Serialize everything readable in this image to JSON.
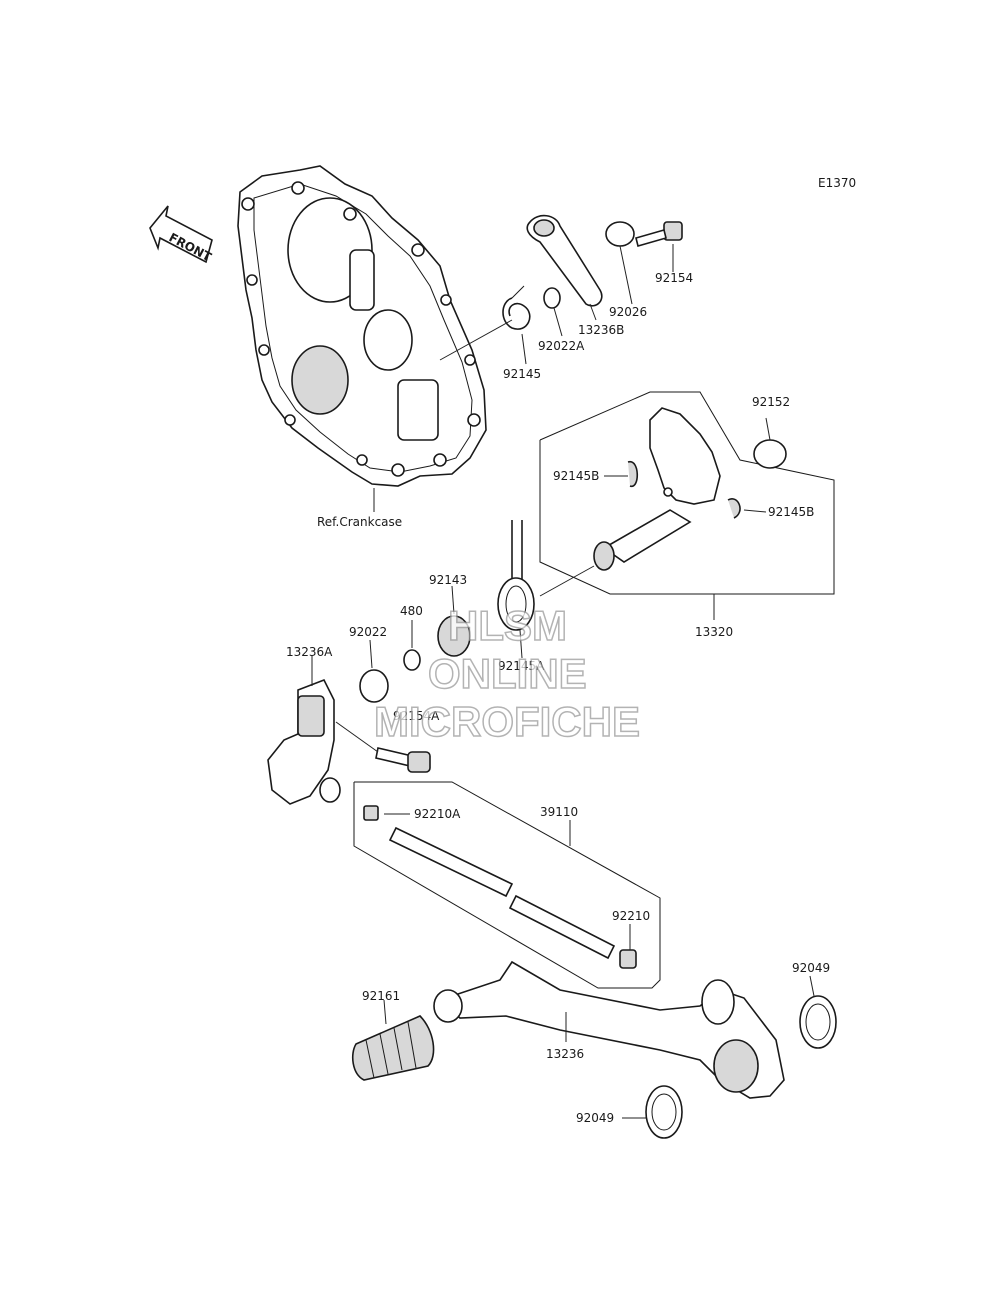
{
  "diagram_code": "E1370",
  "front_label": "FRONT",
  "ref_label": "Ref.Crankcase",
  "watermark": {
    "line1": "HLSM",
    "line2": "ONLINE",
    "line3": "MICROFICHE"
  },
  "callouts": {
    "p92154": "92154",
    "p92026": "92026",
    "p13236B": "13236B",
    "p92022A": "92022A",
    "p92145": "92145",
    "p92152": "92152",
    "p92145B_left": "92145B",
    "p92145B_right": "92145B",
    "p13320": "13320",
    "p92143": "92143",
    "p480": "480",
    "p92022": "92022",
    "p13236A": "13236A",
    "p92145A": "92145A",
    "p92154A": "92154A",
    "p92210A": "92210A",
    "p39110": "39110",
    "p92210": "92210",
    "p92049_right": "92049",
    "p92161": "92161",
    "p13236": "13236",
    "p92049_left": "92049"
  }
}
